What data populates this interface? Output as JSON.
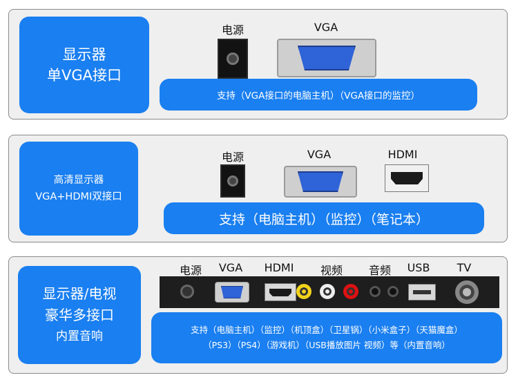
{
  "panel1": {
    "label_line1": "显示器",
    "label_line2": "单VGA接口",
    "ports": {
      "power": "电源",
      "vga": "VGA"
    },
    "bar_text": "支持（VGA接口的电脑主机）（VGA接口的监控）"
  },
  "panel2": {
    "label_line1": "高清显示器",
    "label_line2": "VGA+HDMI双接口",
    "ports": {
      "power": "电源",
      "vga": "VGA",
      "hdmi": "HDMI"
    },
    "bar_text": "支持（电脑主机）（监控）（笔记本）"
  },
  "panel3": {
    "label_line1": "显示器/电视",
    "label_line2": "豪华多接口",
    "label_line3": "内置音响",
    "ports": {
      "power": "电源",
      "vga": "VGA",
      "hdmi": "HDMI",
      "video": "视频",
      "audio": "音频",
      "usb": "USB",
      "tv": "TV"
    },
    "bar_line1": "支持（电脑主机）（监控）（机顶盒）（卫星锅）（小米盒子）（天猫魔盒）",
    "bar_line2": "（PS3）（PS4）（游戏机）（USB播放图片 视频）等（内置音响）"
  },
  "colors": {
    "accent": "#1a7ff0",
    "panel_bg": "#efefef",
    "port_bg": "#1c1c1c"
  }
}
